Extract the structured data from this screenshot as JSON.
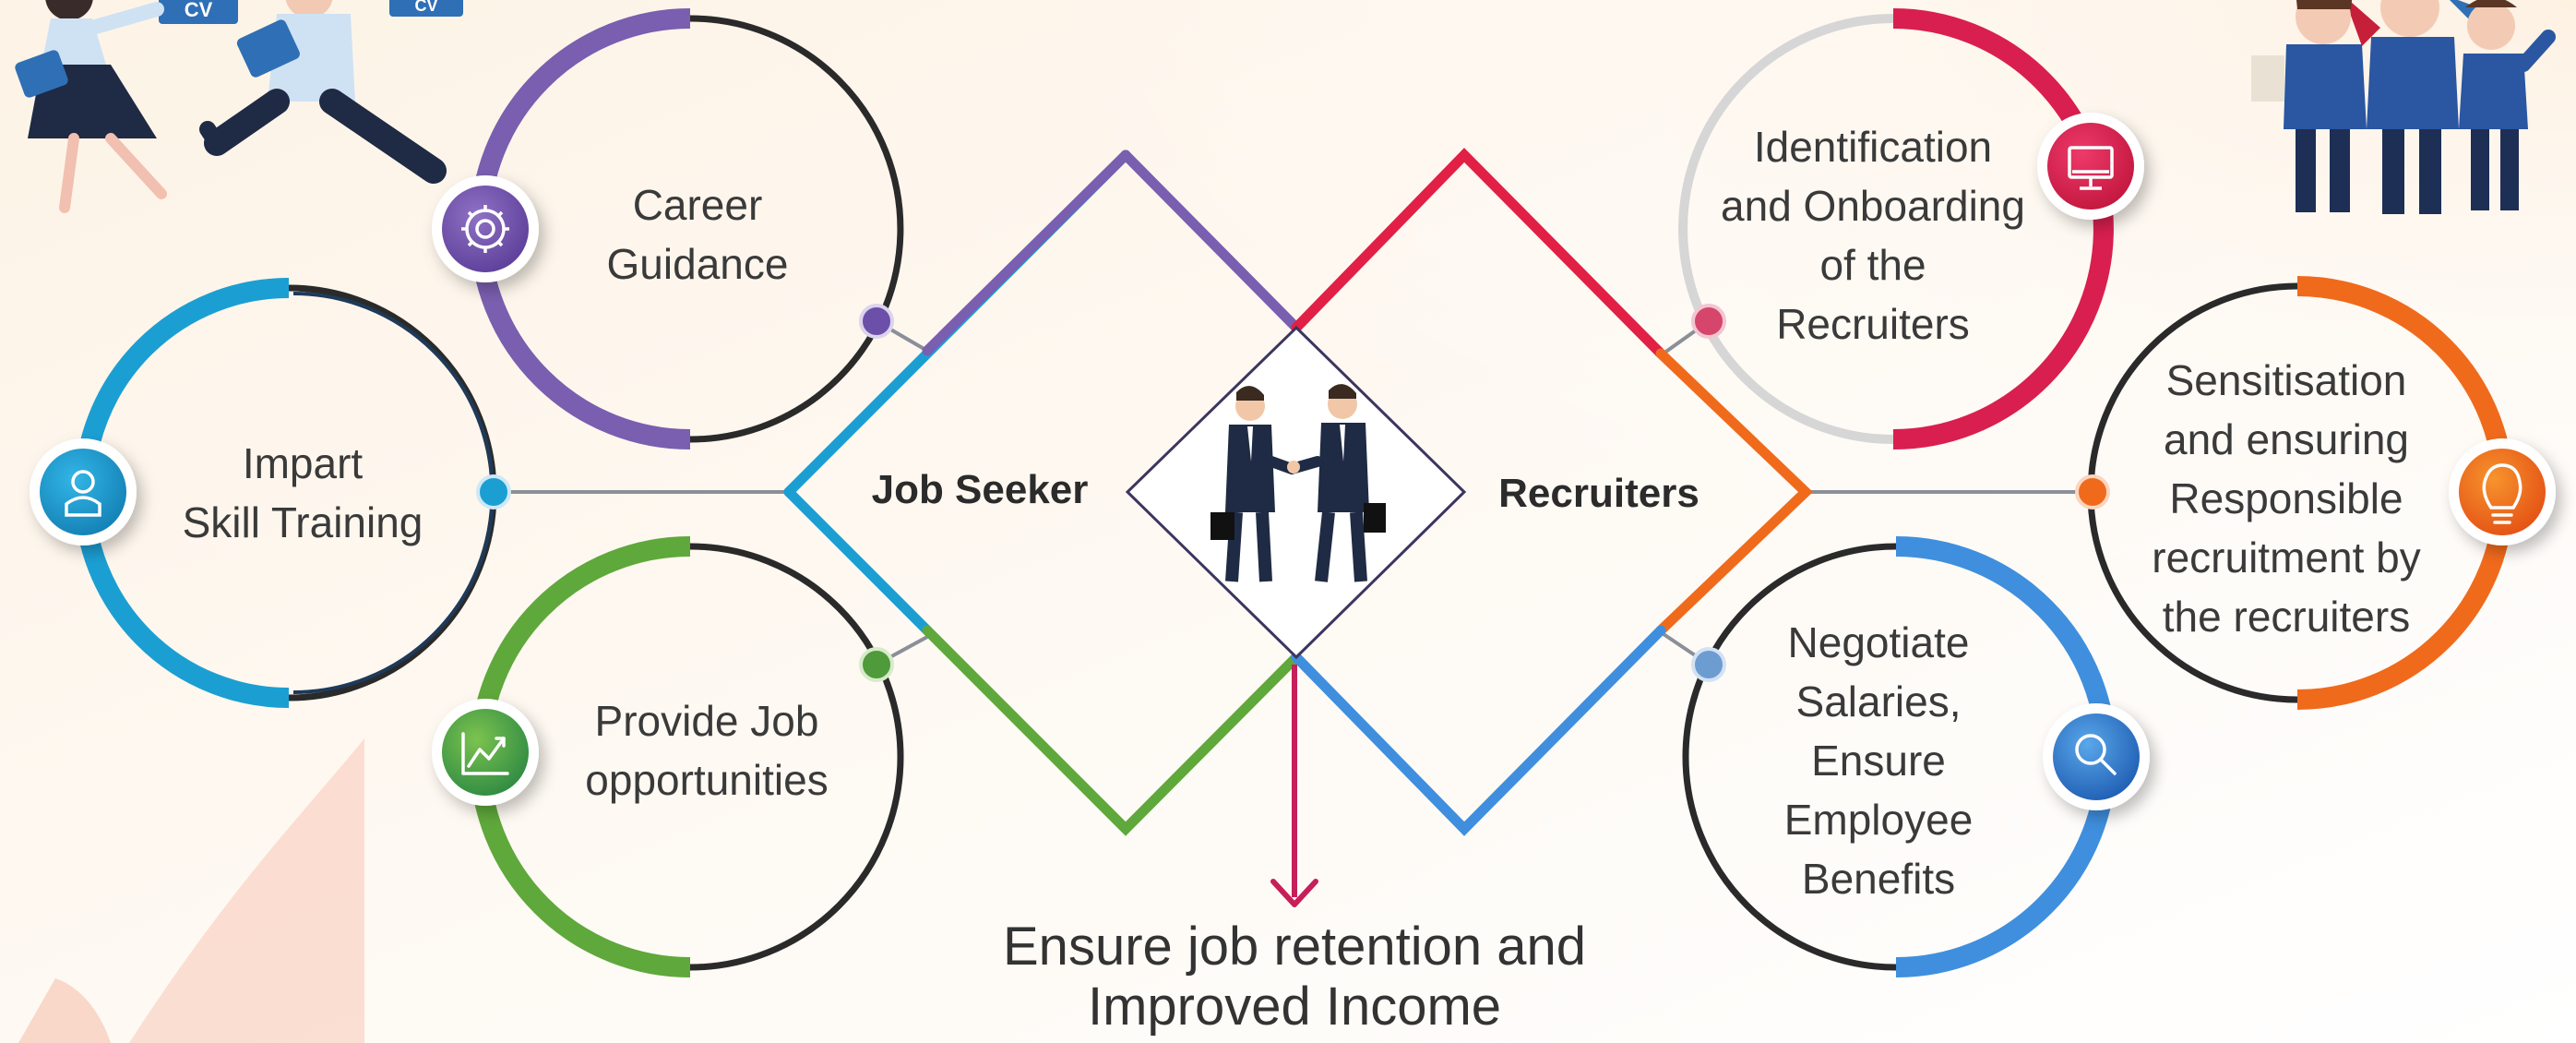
{
  "center": {
    "left_label": "Job Seeker",
    "right_label": "Recruiters",
    "illustration": "handshake-businessmen"
  },
  "outcome": {
    "line1": "Ensure job retention and",
    "line2": "Improved Income"
  },
  "job_seeker_steps": [
    {
      "lines": [
        "Career",
        "Guidance"
      ],
      "icon": "gear-icon",
      "color": "#7a5eb0"
    },
    {
      "lines": [
        "Impart",
        "Skill Training"
      ],
      "icon": "user-icon",
      "color": "#1b9fd3"
    },
    {
      "lines": [
        "Provide Job",
        "opportunities"
      ],
      "icon": "growth-chart-icon",
      "color": "#5fa83b"
    }
  ],
  "recruiter_steps": [
    {
      "lines": [
        "Identification",
        "and Onboarding",
        "of the",
        "Recruiters"
      ],
      "icon": "monitor-icon",
      "color": "#d91f4f"
    },
    {
      "lines": [
        "Sensitisation",
        "and ensuring",
        "Responsible",
        "recruitment by",
        "the recruiters"
      ],
      "icon": "lightbulb-icon",
      "color": "#f06a1c"
    },
    {
      "lines": [
        "Negotiate",
        "Salaries,",
        "Ensure",
        "Employee",
        "Benefits"
      ],
      "icon": "magnifier-icon",
      "color": "#2f7ed1"
    }
  ],
  "decorations": {
    "top_left": "job-seekers-with-cv-illustration",
    "top_right": "group-of-people-illustration",
    "cv_tags": [
      "CV",
      "CV"
    ]
  }
}
